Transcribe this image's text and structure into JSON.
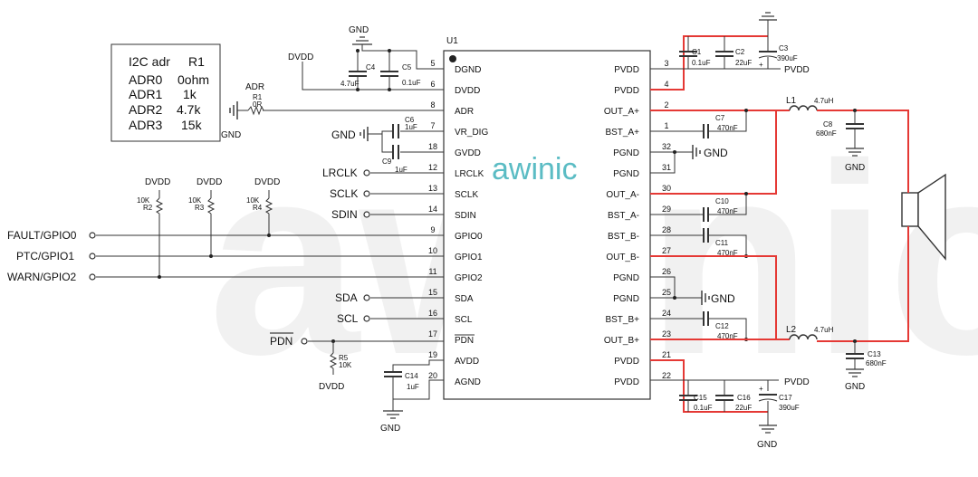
{
  "chip": {
    "ref": "U1",
    "watermark": "awinic",
    "left_pins": [
      {
        "num": "5",
        "name": "DGND"
      },
      {
        "num": "6",
        "name": "DVDD"
      },
      {
        "num": "8",
        "name": "ADR"
      },
      {
        "num": "7",
        "name": "VR_DIG"
      },
      {
        "num": "18",
        "name": "GVDD"
      },
      {
        "num": "12",
        "name": "LRCLK"
      },
      {
        "num": "13",
        "name": "SCLK"
      },
      {
        "num": "14",
        "name": "SDIN"
      },
      {
        "num": "9",
        "name": "GPIO0"
      },
      {
        "num": "10",
        "name": "GPIO1"
      },
      {
        "num": "11",
        "name": "GPIO2"
      },
      {
        "num": "15",
        "name": "SDA"
      },
      {
        "num": "16",
        "name": "SCL"
      },
      {
        "num": "17",
        "name": "PDN"
      },
      {
        "num": "19",
        "name": "AVDD"
      },
      {
        "num": "20",
        "name": "AGND"
      }
    ],
    "right_pins": [
      {
        "num": "3",
        "name": "PVDD"
      },
      {
        "num": "4",
        "name": "PVDD"
      },
      {
        "num": "2",
        "name": "OUT_A+"
      },
      {
        "num": "1",
        "name": "BST_A+"
      },
      {
        "num": "32",
        "name": "PGND"
      },
      {
        "num": "31",
        "name": "PGND"
      },
      {
        "num": "30",
        "name": "OUT_A-"
      },
      {
        "num": "29",
        "name": "BST_A-"
      },
      {
        "num": "28",
        "name": "BST_B-"
      },
      {
        "num": "27",
        "name": "OUT_B-"
      },
      {
        "num": "26",
        "name": "PGND"
      },
      {
        "num": "25",
        "name": "PGND"
      },
      {
        "num": "24",
        "name": "BST_B+"
      },
      {
        "num": "23",
        "name": "OUT_B+"
      },
      {
        "num": "21",
        "name": "PVDD"
      },
      {
        "num": "22",
        "name": "PVDD"
      }
    ]
  },
  "adr_table": {
    "header": [
      "I2C adr",
      "R1"
    ],
    "rows": [
      [
        "ADR0",
        "0ohm"
      ],
      [
        "ADR1",
        "1k"
      ],
      [
        "ADR2",
        "4.7k"
      ],
      [
        "ADR3",
        "15k"
      ]
    ]
  },
  "signals": {
    "dvdd": "DVDD",
    "gnd": "GND",
    "pvdd": "PVDD",
    "adr": "ADR",
    "fault": "FAULT/GPIO0",
    "ptc": "PTC/GPIO1",
    "warn": "WARN/GPIO2",
    "lrclk": "LRCLK",
    "sclk": "SCLK",
    "sdin": "SDIN",
    "sda": "SDA",
    "scl": "SCL",
    "pdn": "PDN"
  },
  "components": {
    "r1": {
      "ref": "R1",
      "value": "0R"
    },
    "r2": {
      "ref": "R2",
      "value": "10K"
    },
    "r3": {
      "ref": "R3",
      "value": "10K"
    },
    "r4": {
      "ref": "R4",
      "value": "10K"
    },
    "r5": {
      "ref": "R5",
      "value": "10K"
    },
    "c1": {
      "ref": "C1",
      "value": "0.1uF"
    },
    "c2": {
      "ref": "C2",
      "value": "22uF"
    },
    "c3": {
      "ref": "C3",
      "value": "390uF"
    },
    "c4": {
      "ref": "C4",
      "value": "4.7uF"
    },
    "c5": {
      "ref": "C5",
      "value": "0.1uF"
    },
    "c6": {
      "ref": "C6",
      "value": "1uF"
    },
    "c7": {
      "ref": "C7",
      "value": "470nF"
    },
    "c8": {
      "ref": "C8",
      "value": "680nF"
    },
    "c9": {
      "ref": "C9",
      "value": "1uF"
    },
    "c10": {
      "ref": "C10",
      "value": "470nF"
    },
    "c11": {
      "ref": "C11",
      "value": "470nF"
    },
    "c12": {
      "ref": "C12",
      "value": "470nF"
    },
    "c13": {
      "ref": "C13",
      "value": "680nF"
    },
    "c14": {
      "ref": "C14",
      "value": "1uF"
    },
    "c15": {
      "ref": "C15",
      "value": "0.1uF"
    },
    "c16": {
      "ref": "C16",
      "value": "22uF"
    },
    "c17": {
      "ref": "C17",
      "value": "390uF"
    },
    "l1": {
      "ref": "L1",
      "value": "4.7uH"
    },
    "l2": {
      "ref": "L2",
      "value": "4.7uH"
    },
    "polarity": "+"
  },
  "colors": {
    "output_trace": "#e53935",
    "watermark": "#5bbcc4"
  }
}
